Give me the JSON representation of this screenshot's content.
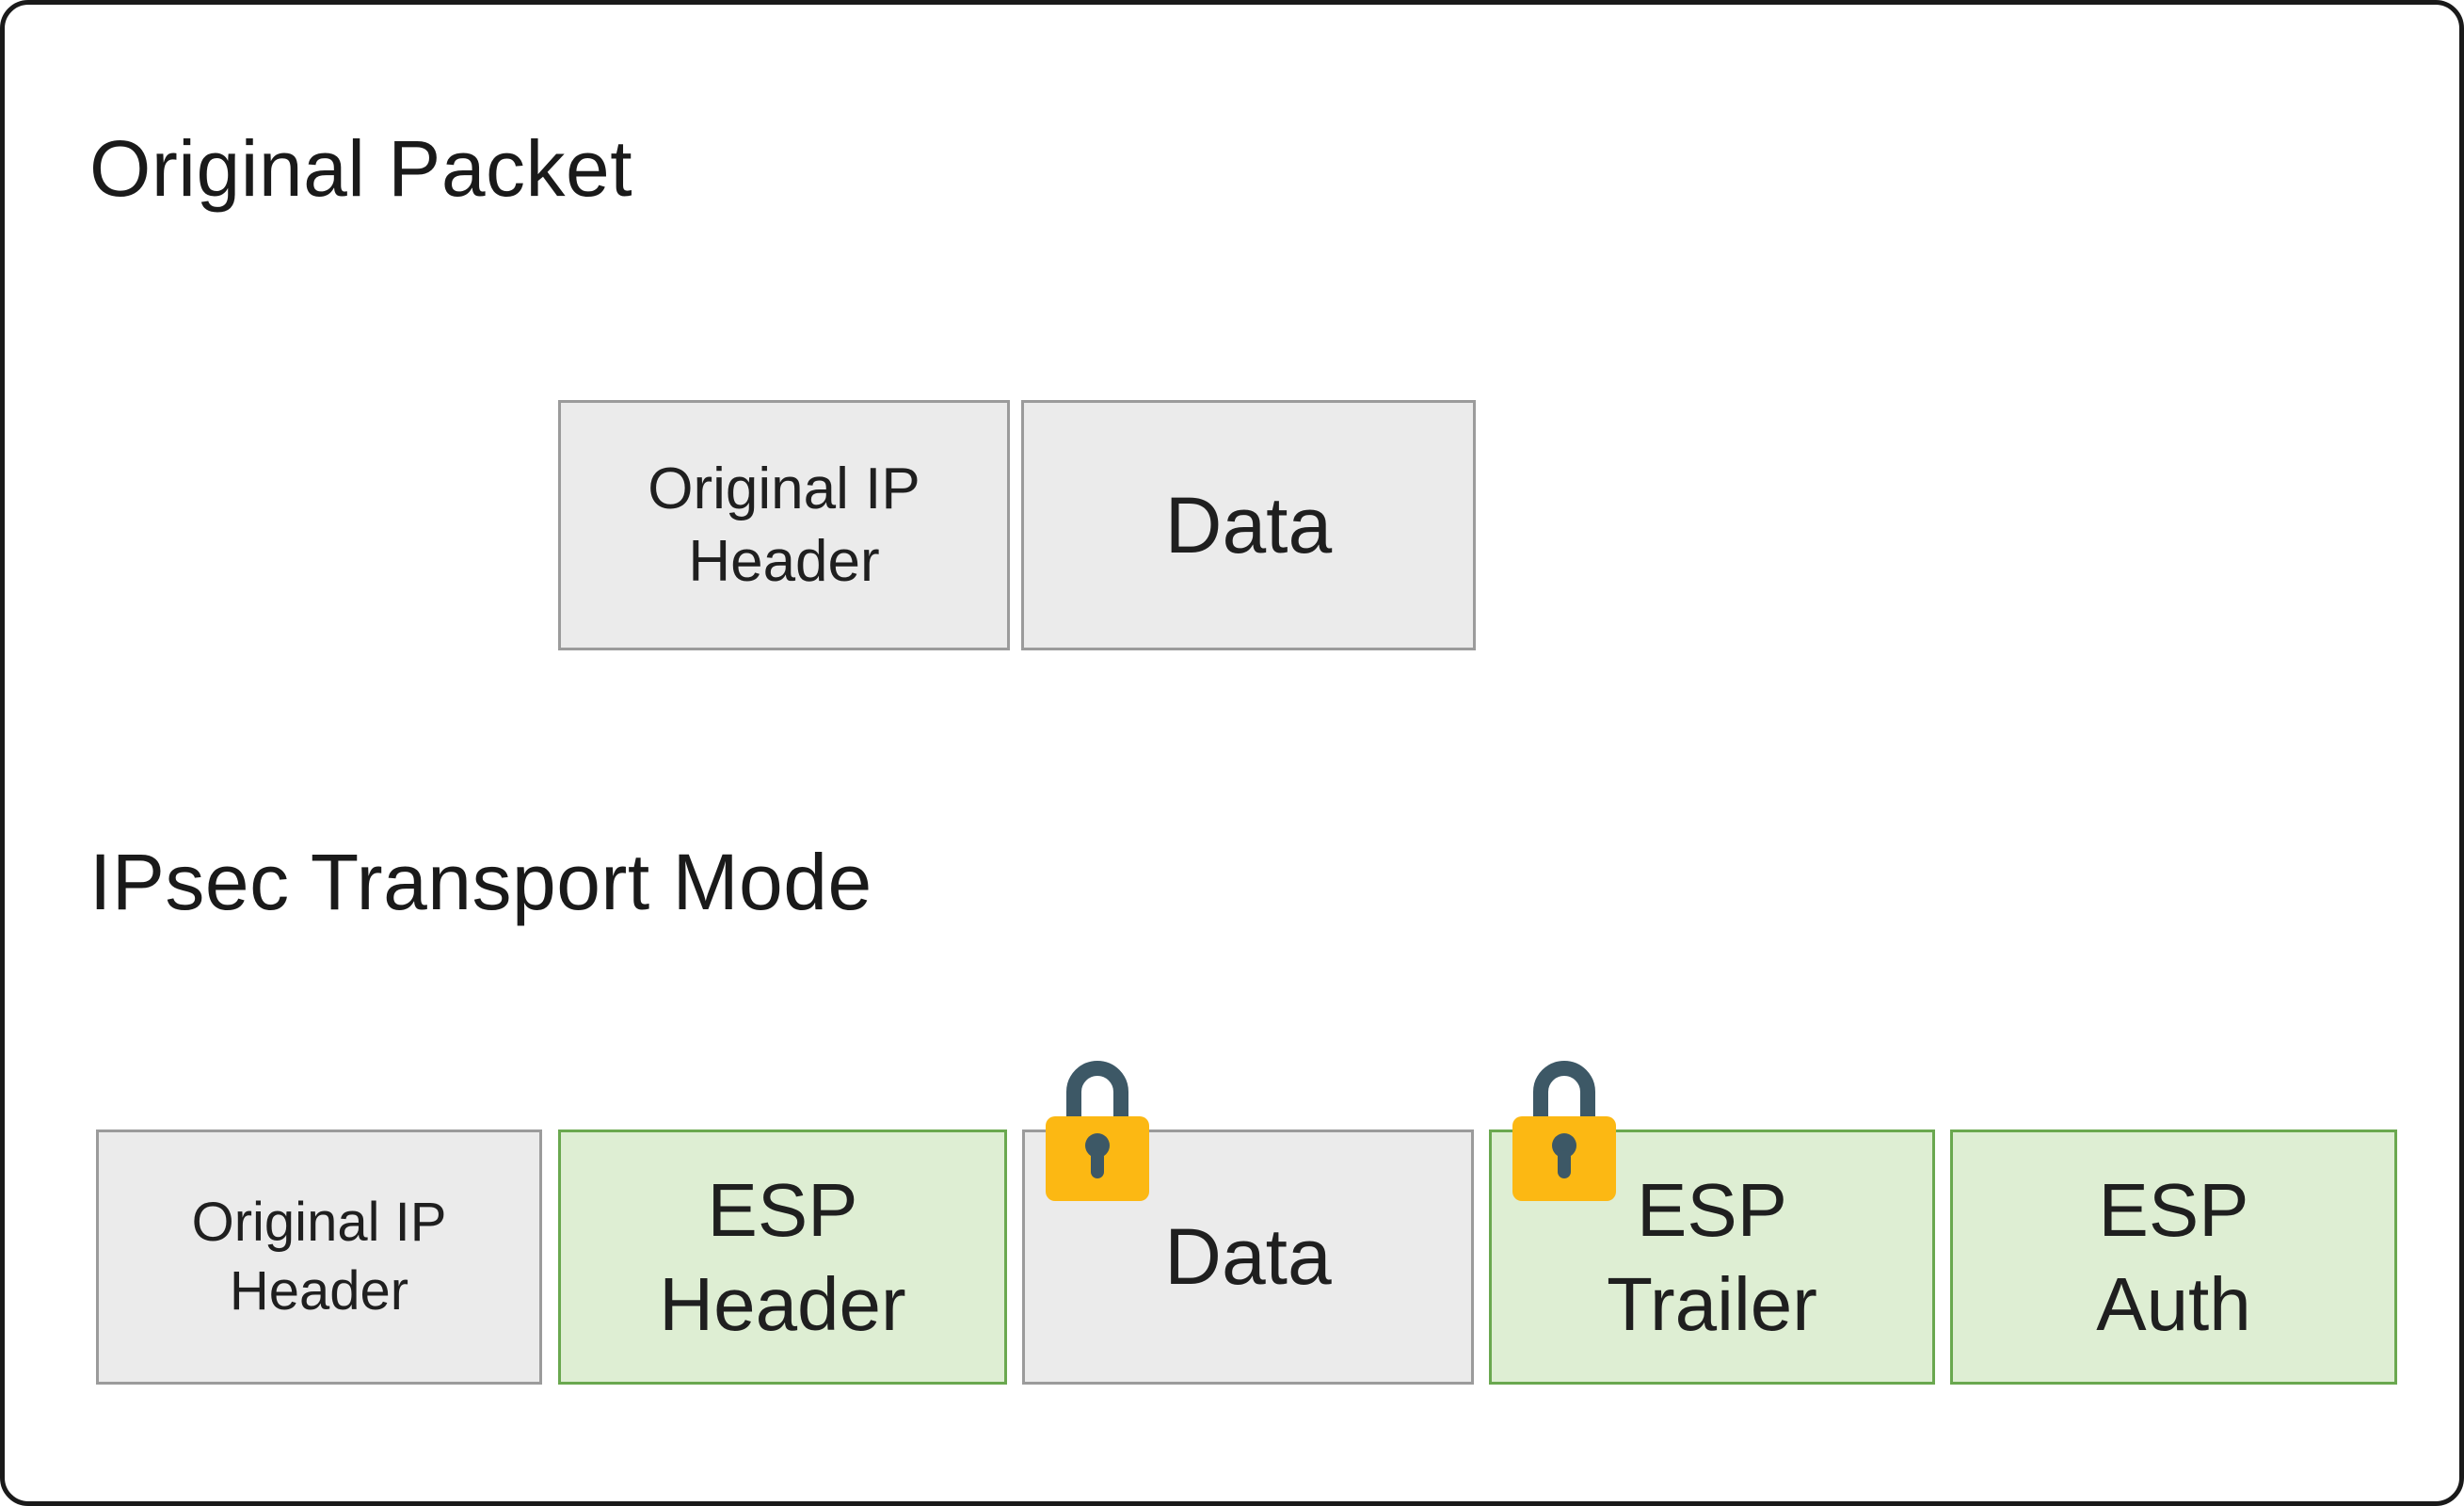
{
  "diagram": {
    "sections": [
      {
        "title": "Original Packet",
        "boxes": [
          {
            "label": "Original IP Header",
            "style": "plain",
            "locked": false
          },
          {
            "label": "Data",
            "style": "plain",
            "locked": false
          }
        ]
      },
      {
        "title": "IPsec Transport Mode",
        "boxes": [
          {
            "label": "Original IP Header",
            "style": "plain",
            "locked": false
          },
          {
            "label": "ESP Header",
            "style": "esp",
            "locked": false
          },
          {
            "label": "Data",
            "style": "plain",
            "locked": true
          },
          {
            "label": "ESP Trailer",
            "style": "esp",
            "locked": true
          },
          {
            "label": "ESP Auth",
            "style": "esp",
            "locked": false
          }
        ]
      }
    ],
    "icons": {
      "lock": "lock-icon"
    },
    "colors": {
      "frame_border": "#1a1a1a",
      "text": "#1a1a1a",
      "plain_box_fill": "#ebebeb",
      "plain_box_border": "#9b9b9b",
      "esp_box_fill": "#deeed3",
      "esp_box_border": "#6aa84f",
      "lock_body": "#fcb813",
      "lock_shackle": "#3d5866"
    }
  }
}
